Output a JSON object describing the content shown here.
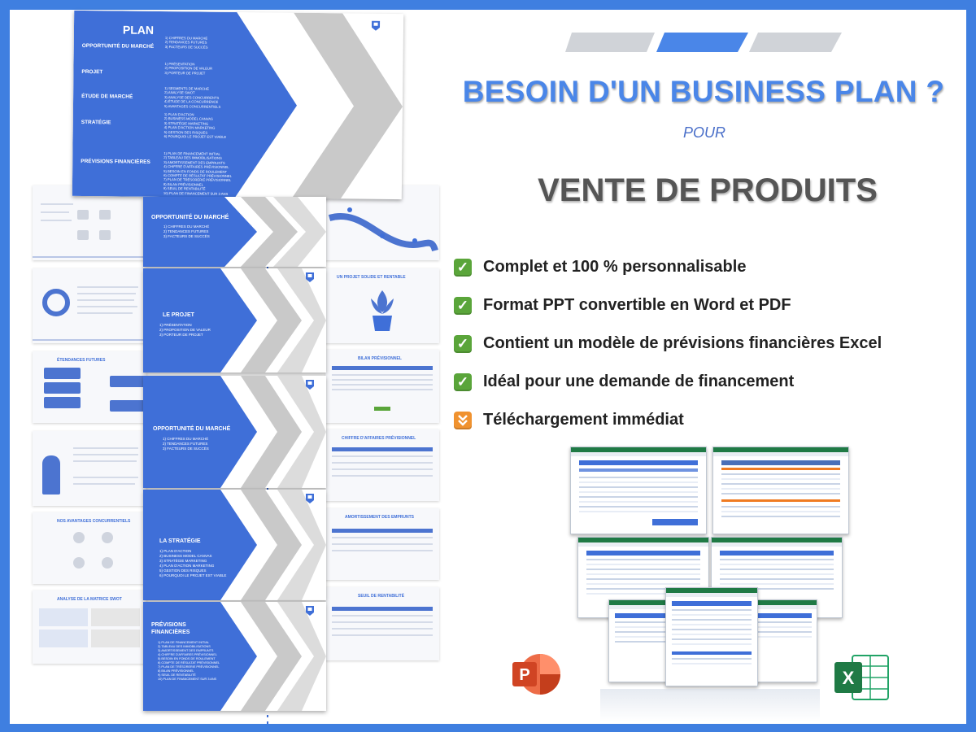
{
  "plan_slide": {
    "title": "PLAN",
    "sections": [
      {
        "label": "OPPORTUNITÉ DU MARCHÉ",
        "items": [
          "1) CHIFFRES DU MARCHÉ",
          "2) TENDANCES FUTURES",
          "3) FACTEURS DE SUCCÈS"
        ]
      },
      {
        "label": "PROJET",
        "items": [
          "1) PRÉSENTATION",
          "2) PROPOSITION DE VALEUR",
          "3) PORTEUR DE PROJET"
        ]
      },
      {
        "label": "ÉTUDE DE MARCHÉ",
        "items": [
          "1) SEGMENTS DE MARCHÉ",
          "2) ANALYSE SWOT",
          "3) ANALYSE DES CONCURRENTS",
          "4) ÉTUDE DE LA CONCURRENCE",
          "5) AVANTAGES CONCURRENTIELS"
        ]
      },
      {
        "label": "STRATÉGIE",
        "items": [
          "1) PLAN D'ACTION",
          "2) BUSINESS MODEL CANVAS",
          "3) STRATÉGIE MARKETING",
          "4) PLAN D'ACTION MARKETING",
          "5) GESTION DES RISQUES",
          "6) POURQUOI LE PROJET EST VIABLE"
        ]
      },
      {
        "label": "PRÉVISIONS FINANCIÈRES",
        "items": [
          "1) PLAN DE FINANCEMENT INITIAL",
          "2) TABLEAU DES IMMOBILISATIONS",
          "3) AMORTISSEMENT DES EMPRUNTS",
          "4) CHIFFRE D'AFFAIRES PRÉVISIONNEL",
          "5) BESOIN EN FONDS DE ROULEMENT",
          "6) COMPTE DE RÉSULTAT PRÉVISIONNEL",
          "7) PLAN DE TRÉSORERIE PRÉVISIONNEL",
          "8) BILAN PRÉVISIONNEL",
          "9) SEUIL DE RENTABILITÉ",
          "10) PLAN DE FINANCEMENT SUR 3 ANS"
        ]
      }
    ]
  },
  "slides": [
    {
      "title": "OPPORTUNITÉ DU MARCHÉ",
      "items": [
        "1) CHIFFRES DU MARCHÉ",
        "2) TENDANCES FUTURES",
        "3) FACTEURS DE SUCCÈS"
      ]
    },
    {
      "title": "LE PROJET",
      "items": [
        "1) PRÉSENTATION",
        "2) PROPOSITION DE VALEUR",
        "3) PORTEUR DE PROJET"
      ]
    },
    {
      "title": "OPPORTUNITÉ DU MARCHÉ",
      "items": [
        "1) CHIFFRES DU MARCHÉ",
        "2) TENDANCES FUTURES",
        "3) FACTEURS DE SUCCÈS"
      ]
    },
    {
      "title": "LA STRATÉGIE",
      "items": [
        "1) PLAN D'ACTION",
        "2) BUSINESS MODEL CANVAS",
        "3) STRATÉGIE MARKETING",
        "4) PLAN D'ACTION MARKETING",
        "5) GESTION DES RISQUES",
        "6) POURQUOI LE PROJET EST VIABLE"
      ]
    },
    {
      "title": "PRÉVISIONS FINANCIÈRES",
      "items": [
        "1) PLAN DE FINANCEMENT INITIAL",
        "2) TABLEAU DES IMMOBILISATIONS",
        "3) AMORTISSEMENT DES EMPRUNTS",
        "4) CHIFFRE D'AFFAIRES PRÉVISIONNEL",
        "5) BESOIN EN FONDS DE ROULEMENT",
        "6) COMPTE DE RÉSULTAT PRÉVISIONNEL",
        "7) PLAN DE TRÉSORERIE PRÉVISIONNEL",
        "8) BILAN PRÉVISIONNEL",
        "9) SEUIL DE RENTABILITÉ",
        "10) PLAN DE FINANCEMENT SUR 3 ANS"
      ]
    }
  ],
  "ghost_slides": {
    "trends": "ÉTENDANCES FUTURES",
    "advantages": "NOS AVANTAGES CONCURRENTIELS",
    "swot": "ANALYSE DE LA MATRICE SWOT",
    "solid_project": "UN PROJET SOLIDE ET RENTABLE",
    "balance": "BILAN PRÉVISIONNEL",
    "revenue": "CHIFFRE D'AFFAIRES PRÉVISIONNEL",
    "loans": "AMORTISSEMENT DES EMPRUNTS",
    "breakeven": "SEUIL DE RENTABILITÉ"
  },
  "headline": "BESOIN D'UN BUSINESS PLAN ?",
  "pour": "POUR",
  "product": "VENTE DE PRODUITS",
  "features": [
    {
      "icon": "check-icon",
      "glyph": "✓",
      "text": "Complet et 100 % personnalisable"
    },
    {
      "icon": "check-icon",
      "glyph": "✓",
      "text": "Format PPT convertible en Word et PDF"
    },
    {
      "icon": "check-icon",
      "glyph": "✓",
      "text": "Contient un modèle de prévisions financières Excel"
    },
    {
      "icon": "check-icon",
      "glyph": "✓",
      "text": "Idéal pour une demande de financement"
    },
    {
      "icon": "download-arrow-icon",
      "glyph": "⏬",
      "text": "Téléchargement immédiat"
    }
  ],
  "logos": {
    "powerpoint_letter": "P",
    "excel_letter": "X"
  },
  "colors": {
    "frame": "#3f7fe0",
    "slide_blue": "#3f6fd8",
    "headline_blue": "#4a86e8",
    "check_green": "#5aa53a",
    "download_orange": "#f0922f",
    "excel_green": "#1f7a45",
    "ppt_orange": "#d04423"
  }
}
